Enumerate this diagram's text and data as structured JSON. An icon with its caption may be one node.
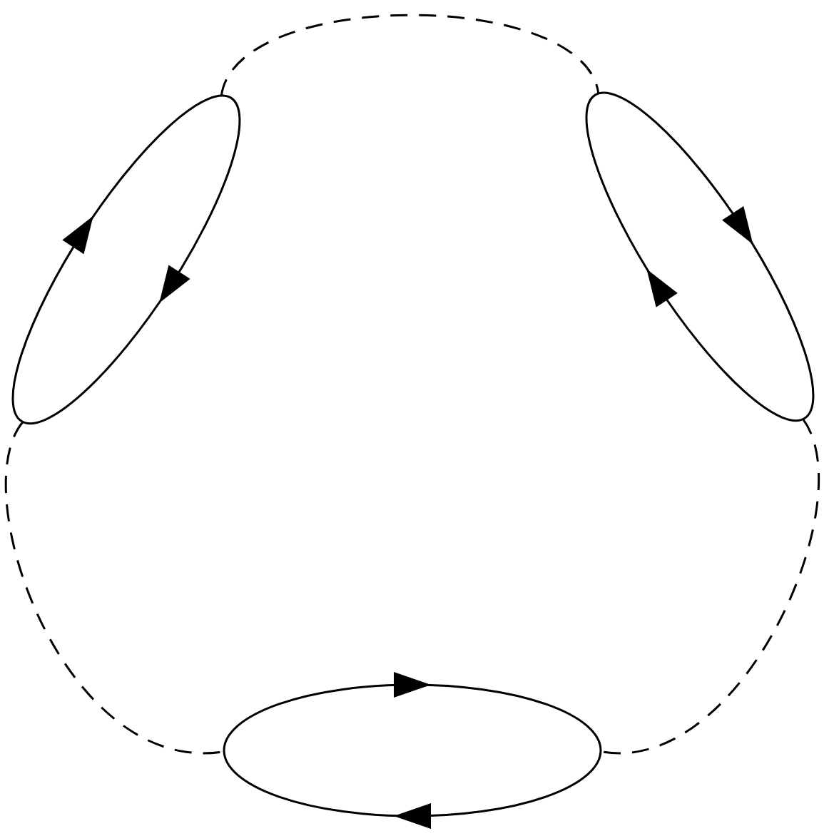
{
  "diagram": {
    "nodes": [
      {
        "text": [],
        "shape": "ellipse"
      },
      {
        "text": [],
        "shape": "ellipse"
      },
      {
        "text": [],
        "shape": "ellipse"
      }
    ],
    "edges": [
      {
        "from": 0,
        "to": 1,
        "arrow": "none",
        "style": "dashed"
      },
      {
        "from": 0,
        "to": 2,
        "arrow": "none",
        "style": "dashed"
      },
      {
        "from": 1,
        "to": 2,
        "arrow": "none",
        "style": "dashed"
      }
    ]
  }
}
